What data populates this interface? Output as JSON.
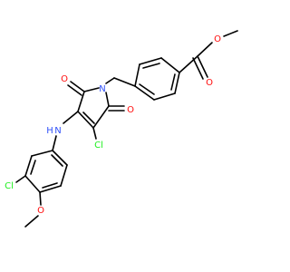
{
  "molecule": {
    "labels": {
      "ester_carbonyl_o": "O",
      "ester_ether_o": "O",
      "imide_o_top": "O",
      "imide_o_right": "O",
      "ring_n": "N",
      "vinyl_cl": "Cl",
      "nh": "N",
      "nh_h": "H",
      "aryl_cl": "Cl",
      "methoxy_o": "O"
    },
    "colors": {
      "bond": "#000000",
      "oxygen": "#ff0d0d",
      "nitrogen": "#3050f8",
      "chlorine": "#1ff01f"
    }
  }
}
